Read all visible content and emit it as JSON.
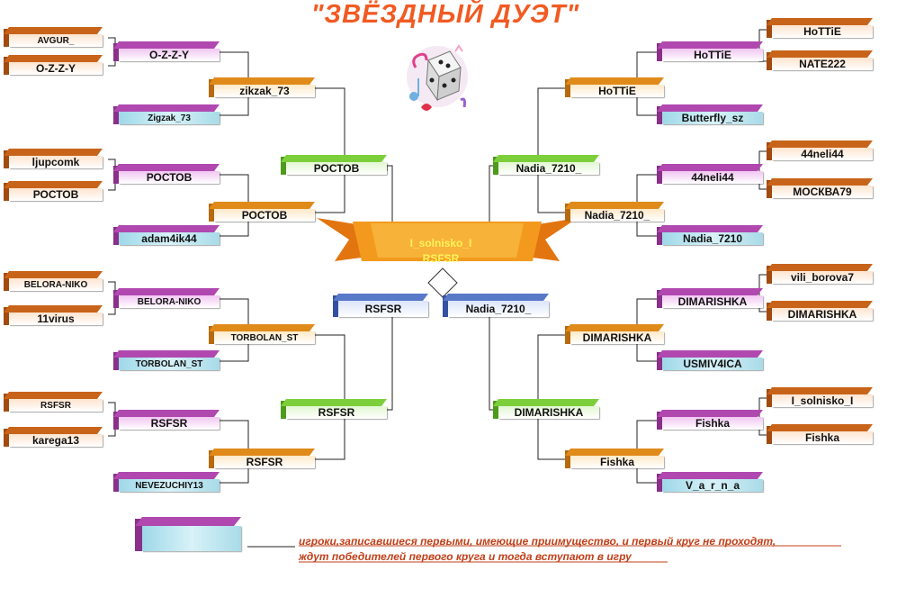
{
  "title": "\"ЗВЁЗДНЫЙ ДУЭТ\"",
  "final": {
    "line1": "I_solnisko_I",
    "line2": "RSFSR"
  },
  "semifinal_left": "RSFSR",
  "semifinal_right": "Nadia_7210_",
  "left": {
    "r1": [
      "AVGUR_",
      "O-Z-Z-Y",
      "ljupcomk",
      "РОСТОВ",
      "BELORA-NIKO",
      "11virus",
      "RSFSR",
      "karega13"
    ],
    "r2": [
      "O-Z-Z-Y",
      "Zigzak_73",
      "РОСТОВ",
      "adam4ik44",
      "BELORA-NIKO",
      "TORBOLAN_ST",
      "RSFSR",
      "NEVEZUCHIY13"
    ],
    "r3": [
      "zikzak_73",
      "РОСТОВ",
      "TORBOLAN_ST",
      "RSFSR"
    ],
    "r4": [
      "РОСТОВ",
      "RSFSR"
    ]
  },
  "right": {
    "r1": [
      "HoTTiE",
      "NATE222",
      "44neli44",
      "МОСКВА79",
      "vili_borova7",
      "DIMARISHKA",
      "I_solnisko_I",
      "Fishka"
    ],
    "r2": [
      "HoTTiE",
      "Butterfly_sz",
      "44neli44",
      "Nadia_7210",
      "DIMARISHKA",
      "USMIV4ICA",
      "Fishka",
      "V_a_r_n_a"
    ],
    "r3": [
      "HoTTiE",
      "Nadia_7210_",
      "DIMARISHKA",
      "Fishka"
    ],
    "r4": [
      "Nadia_7210_",
      "DIMARISHKA"
    ]
  },
  "legend_note": {
    "line1": "игроки,записавшиеся первыми, имеющие приимущество, и первый круг не проходят,",
    "line2": "ждут победителей первого круга и тогда вступают в игру"
  },
  "icons": {
    "dice": "dice-with-music-notes-icon"
  },
  "colors": {
    "title": "#f15a22",
    "round1": "#c8641a",
    "round2": "#b048b0",
    "round3": "#e08a1a",
    "round4": "#7ccf3a",
    "semifinal": "#5878c8",
    "banner": "#f39a1e"
  }
}
